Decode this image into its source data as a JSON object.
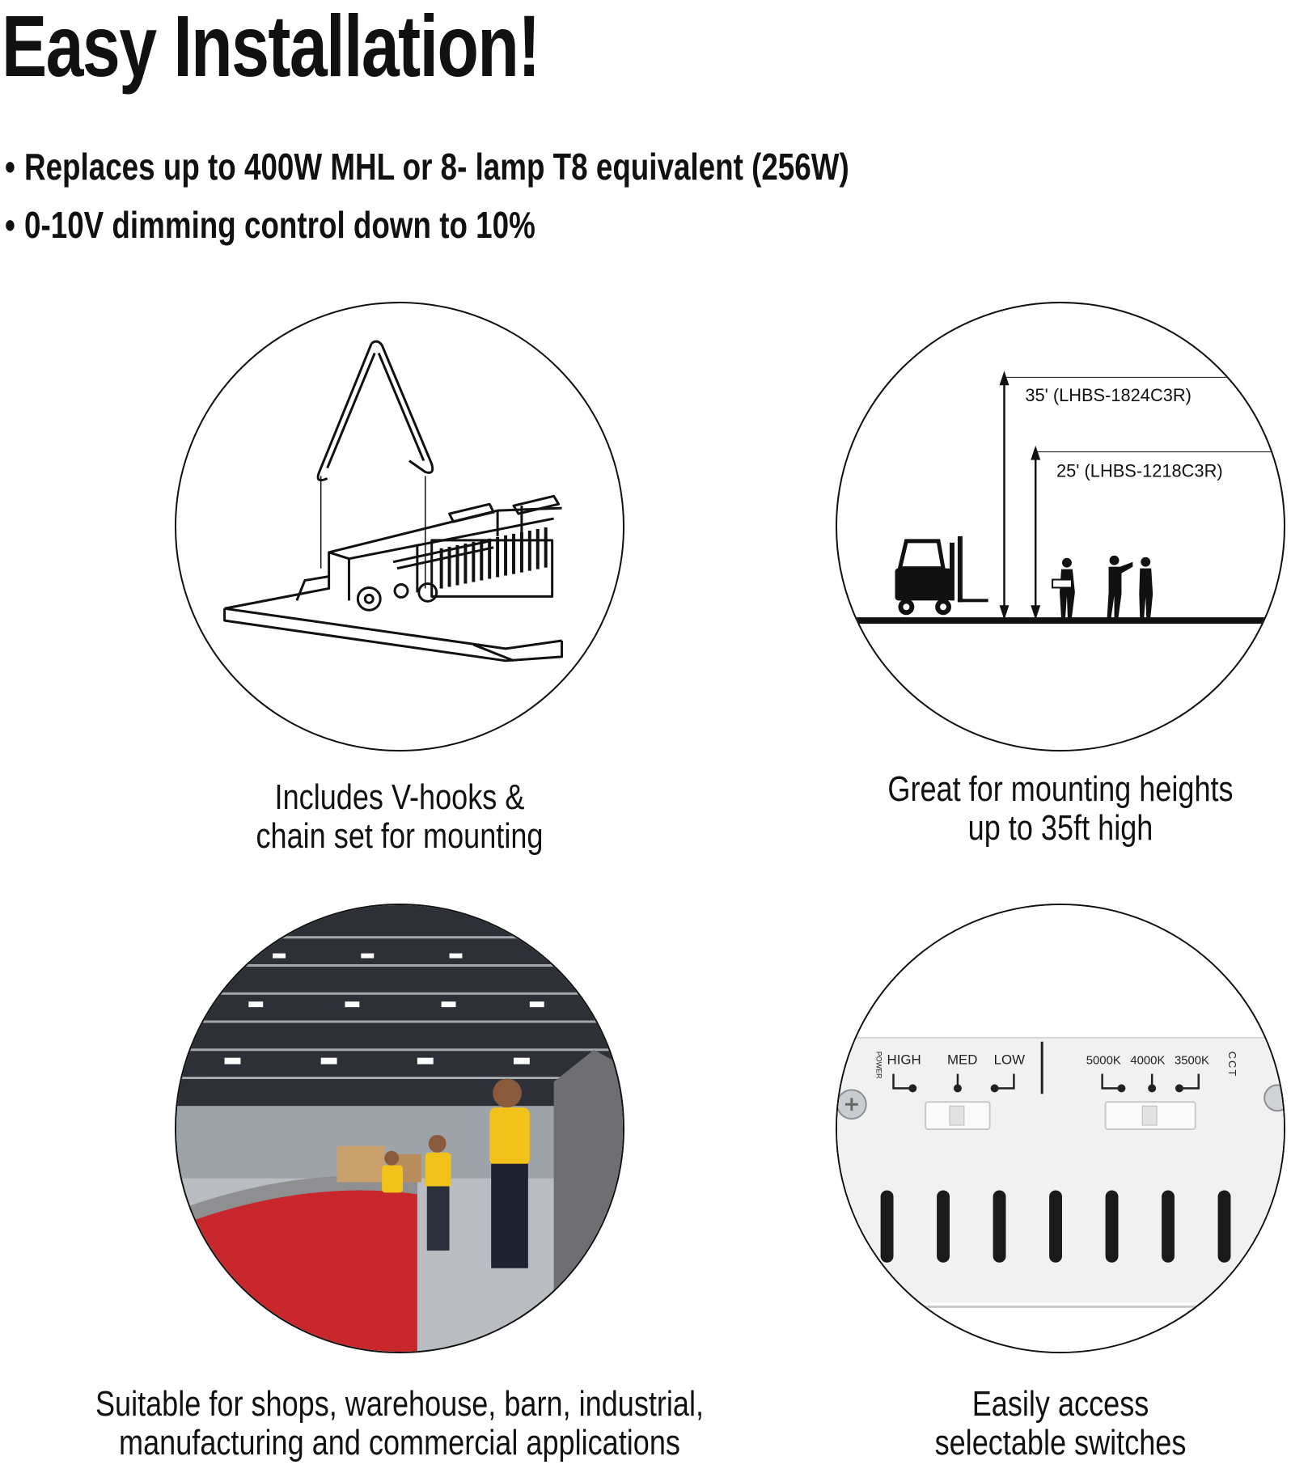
{
  "header": {
    "title": "Easy Installation!"
  },
  "bullets": [
    {
      "marker": "•",
      "text": "Replaces up to 400W MHL or 8- lamp T8 equivalent (256W)"
    },
    {
      "marker": "•",
      "text": "0-10V dimming control down to 10%"
    }
  ],
  "features": {
    "vhooks": {
      "caption_line1": "Includes V-hooks &",
      "caption_line2": "chain set for mounting"
    },
    "heights": {
      "label_35": "35' (LHBS-1824C3R)",
      "label_25": "25' (LHBS-1218C3R)",
      "caption_line1": "Great for mounting heights",
      "caption_line2": "up to 35ft high"
    },
    "warehouse": {
      "caption_line1": "Suitable for shops, warehouse, barn, industrial,",
      "caption_line2": "manufacturing and commercial applications"
    },
    "switches": {
      "power_label": "POWER",
      "high": "HIGH",
      "med": "MED",
      "low": "LOW",
      "k5000": "5000K",
      "k4000": "4000K",
      "k3500": "3500K",
      "cct_label": "CCT",
      "caption_line1": "Easily access",
      "caption_line2": "selectable switches"
    }
  },
  "colors": {
    "text": "#111111",
    "conveyor_red": "#c8272b",
    "shirt_yellow": "#f2c21a",
    "fixture_white": "#f1f1f1"
  }
}
